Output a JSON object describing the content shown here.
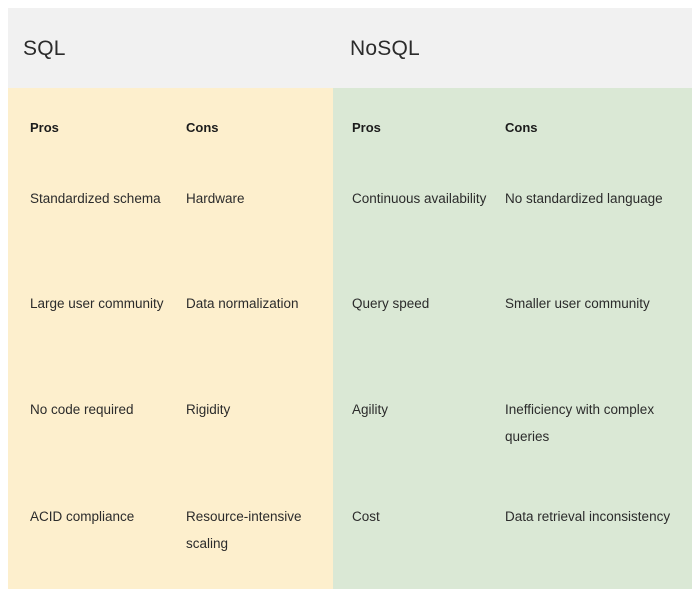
{
  "columns": [
    {
      "key": "sql",
      "title": "SQL",
      "accent": "#FDEFCD",
      "headers": [
        "Pros",
        "Cons"
      ],
      "rows": [
        [
          "Standardized schema",
          "Hardware"
        ],
        [
          "Large user community",
          "Data normalization"
        ],
        [
          "No code required",
          "Rigidity"
        ],
        [
          "ACID compliance",
          "Resource-intensive scaling"
        ]
      ]
    },
    {
      "key": "nosql",
      "title": "NoSQL",
      "accent": "#DAE8D5",
      "headers": [
        "Pros",
        "Cons"
      ],
      "rows": [
        [
          "Continuous availability",
          "No standardized language"
        ],
        [
          "Query speed",
          "Smaller user community"
        ],
        [
          "Agility",
          "Inefficiency with complex queries"
        ],
        [
          "Cost",
          "Data retrieval inconsistency"
        ]
      ]
    }
  ],
  "theme": {
    "title_band": "#F1F1F1",
    "page_background": "#FFFFFF",
    "text": "#2B2B2B"
  }
}
